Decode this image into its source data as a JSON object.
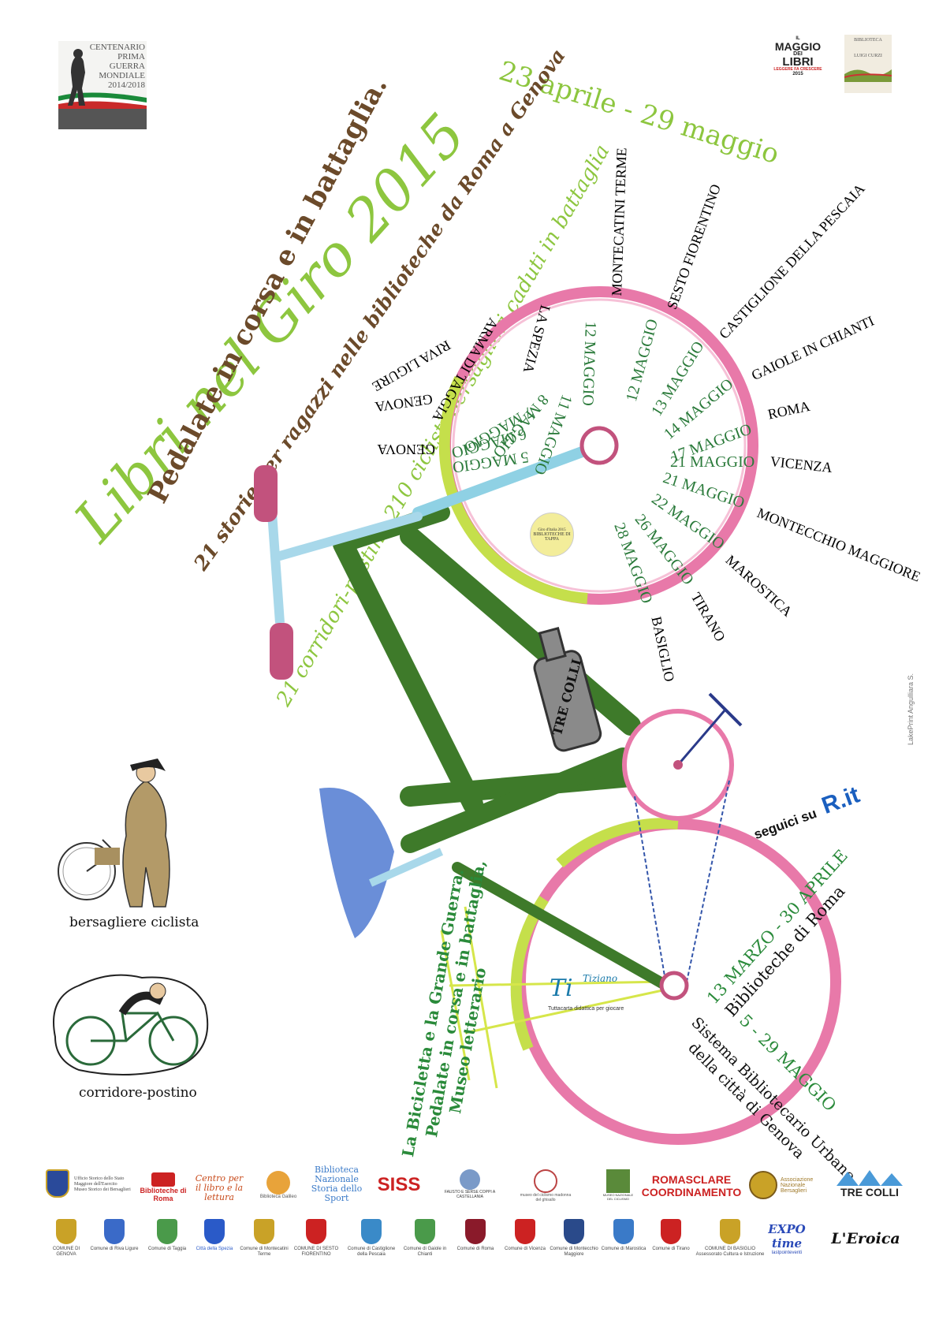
{
  "centenario": {
    "line1": "CENTENARIO",
    "line2": "PRIMA GUERRA",
    "line3": "MONDIALE",
    "line4": "2014/2018"
  },
  "maggio": {
    "line1": "IL",
    "line2": "MAGGIO",
    "line3": "DEI",
    "line4": "LIBRI",
    "line5": "LEGGERE FA CRESCERE",
    "line6": "2015"
  },
  "enoteca": {
    "line1": "BIBLIOTECA",
    "line2": "LUIGI CURZI"
  },
  "title": "Libri nel Giro 2015",
  "dates": "23 aprile - 29 maggio",
  "subtitle1": "Pedalate in corsa e in battaglia.",
  "subtitle2": "21 storie per ragazzi nelle biblioteche da Roma a Genova",
  "subtitle3": "21 corridori-postini, 210 ciclisti bersaglieri caduti in battaglia",
  "front_wheel_cities": [
    "GENOVA",
    "GENOVA",
    "RIVA LIGURE",
    "ARMA DI TAGGIA",
    "LA SPEZIA",
    "MONTECATINI TERME",
    "SESTO FIORENTINO",
    "CASTIGLIONE DELLA PESCAIA",
    "GAIOLE IN CHIANTI",
    "ROMA",
    "VICENZA",
    "MONTECCHIO MAGGIORE",
    "MAROSTICA",
    "TIRANO",
    "BASIGLIO"
  ],
  "front_wheel_dates": [
    "5 MAGGIO",
    "6 MAGGIO",
    "7 MAGGIO",
    "8 MAGGIO",
    "11 MAGGIO",
    "12 MAGGIO",
    "12 MAGGIO",
    "13 MAGGIO",
    "14 MAGGIO",
    "17 MAGGIO",
    "21 MAGGIO",
    "21 MAGGIO",
    "22 MAGGIO",
    "26 MAGGIO",
    "28 MAGGIO"
  ],
  "hub_badge": {
    "ring": "Giro d'Italia 2015",
    "center": "BIBLIOTECHE DI TAPPA"
  },
  "bottle_label": "TRE COLLI",
  "seguici": {
    "text": "seguici su",
    "brand": "R.it"
  },
  "back_wheel": {
    "event1_date": "13 MARZO - 30 APRILE",
    "event1_place": "Biblioteche di Roma",
    "event2_org": "Sistema Bibliotecario Urbano",
    "event2_city": "della città di Genova",
    "event2_date": "5 - 29 MAGGIO"
  },
  "museo": {
    "line1": "La Bicicletta e la Grande Guerra.",
    "line2": "Pedalate in corsa e in battaglia,",
    "line3": "Museo letterario"
  },
  "tiz": {
    "brand": "Ti",
    "sub": "Tiziano",
    "caption": "Tuttacarta didattica per giocare"
  },
  "figure1_caption": "bersagliere ciclista",
  "figure2_caption": "corridore-postino",
  "credit": "LakePrint Angulliara S.",
  "sponsors_row1": [
    {
      "text": "Ufficio Storico dello Stato Maggiore dell'Esercito\nMuseo Storico dei Bersaglieri"
    },
    {
      "text": "Biblioteche di Roma"
    },
    {
      "text": "Centro per il libro e la lettura"
    },
    {
      "text": "Biblioteca Galileo"
    },
    {
      "text": "Biblioteca Nazionale Storia dello Sport"
    },
    {
      "text": "SISS"
    },
    {
      "text": "FAUSTO E SERSE COPPI A CASTELLANIA"
    },
    {
      "text": "museo del ciclismo madonna del ghisallo"
    },
    {
      "text": "MUSEO NAZIONALE DEL CICLISMO"
    },
    {
      "text": "ROMASCLARE COORDINAMENTO"
    },
    {
      "text": "Associazione Nazionale Bersaglieri"
    },
    {
      "text": "TRE COLLI"
    }
  ],
  "sponsors_row2": [
    {
      "text": "COMUNE DI GENOVA"
    },
    {
      "text": "Comune di Riva Ligure"
    },
    {
      "text": "Comune di Taggia"
    },
    {
      "text": "Città della Spezia"
    },
    {
      "text": "Comune di Montecatini Terme"
    },
    {
      "text": "COMUNE DI SESTO FIORENTINO"
    },
    {
      "text": "Comune di Castiglione della Pescaia"
    },
    {
      "text": "Comune di Gaiole in Chianti"
    },
    {
      "text": "Comune di Roma"
    },
    {
      "text": "Comune di Vicenza"
    },
    {
      "text": "Comune di Montecchio Maggiore"
    },
    {
      "text": "Comune di Marostica"
    },
    {
      "text": "Comune di Tirano"
    },
    {
      "text": "COMUNE DI BASIGLIO Assessorato Cultura e Istruzione"
    },
    {
      "text": "EXPO time"
    },
    {
      "text": "L'Eroica"
    }
  ],
  "expo_sub": "lastpointeventi"
}
